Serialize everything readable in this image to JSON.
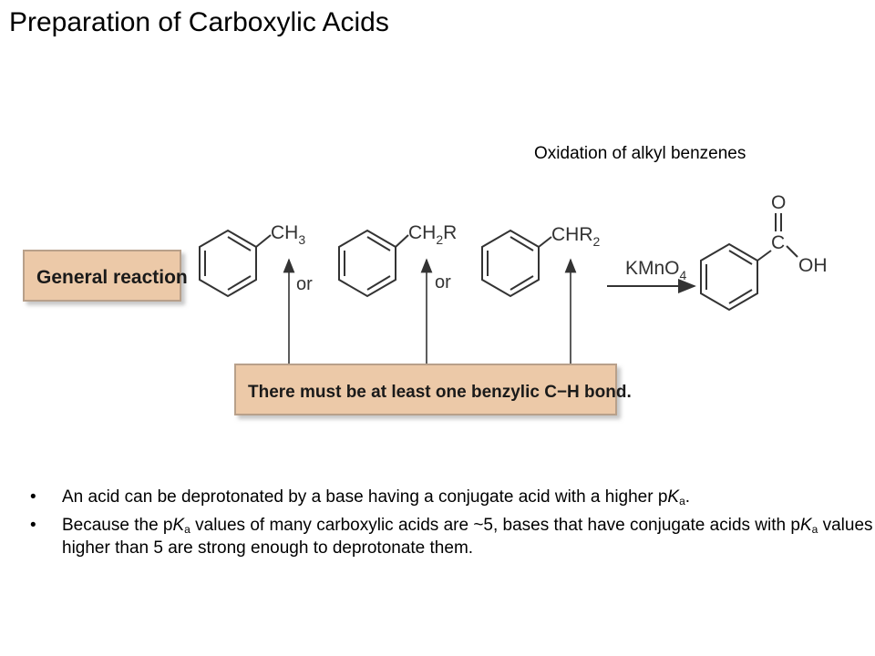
{
  "slide": {
    "title": "Preparation of Carboxylic Acids",
    "subtitle": "Oxidation of alkyl benzenes"
  },
  "scheme": {
    "general_label": "General reaction",
    "substituents": [
      {
        "main": "CH",
        "sub": "3",
        "tail": ""
      },
      {
        "main": "CH",
        "sub": "2",
        "tail": "R"
      },
      {
        "main": "CHR",
        "sub": "2",
        "tail": ""
      }
    ],
    "or_label": "or",
    "reagent": {
      "main": "KMnO",
      "sub": "4"
    },
    "product": {
      "carbonyl_o": "O",
      "carbon": "C",
      "hydroxyl": "OH"
    },
    "note": "There must be at least one benzylic C−H bond.",
    "colors": {
      "box_fill": "#ecc9a8",
      "box_border": "#b8a08a",
      "line": "#333333"
    }
  },
  "bullets": [
    {
      "text": "An acid can be deprotonated by a base having a conjugate acid with a higher pKa."
    },
    {
      "text": "Because the pKa values of many carboxylic acids are ~5, bases that have conjugate acids with pKa values higher than 5 are strong enough to deprotonate them."
    }
  ],
  "bullet_parts": [
    {
      "p1": "An acid can be deprotonated by a base having a conjugate acid with a higher p",
      "k": "K",
      "s": "a",
      "p2": "."
    },
    {
      "p1": "Because the p",
      "k1": "K",
      "s1": "a",
      "p2": " values of many carboxylic acids are ~5, bases that have conjugate acids with p",
      "k2": "K",
      "s2": "a",
      "p3": " values higher than 5 are strong enough to deprotonate them."
    }
  ]
}
